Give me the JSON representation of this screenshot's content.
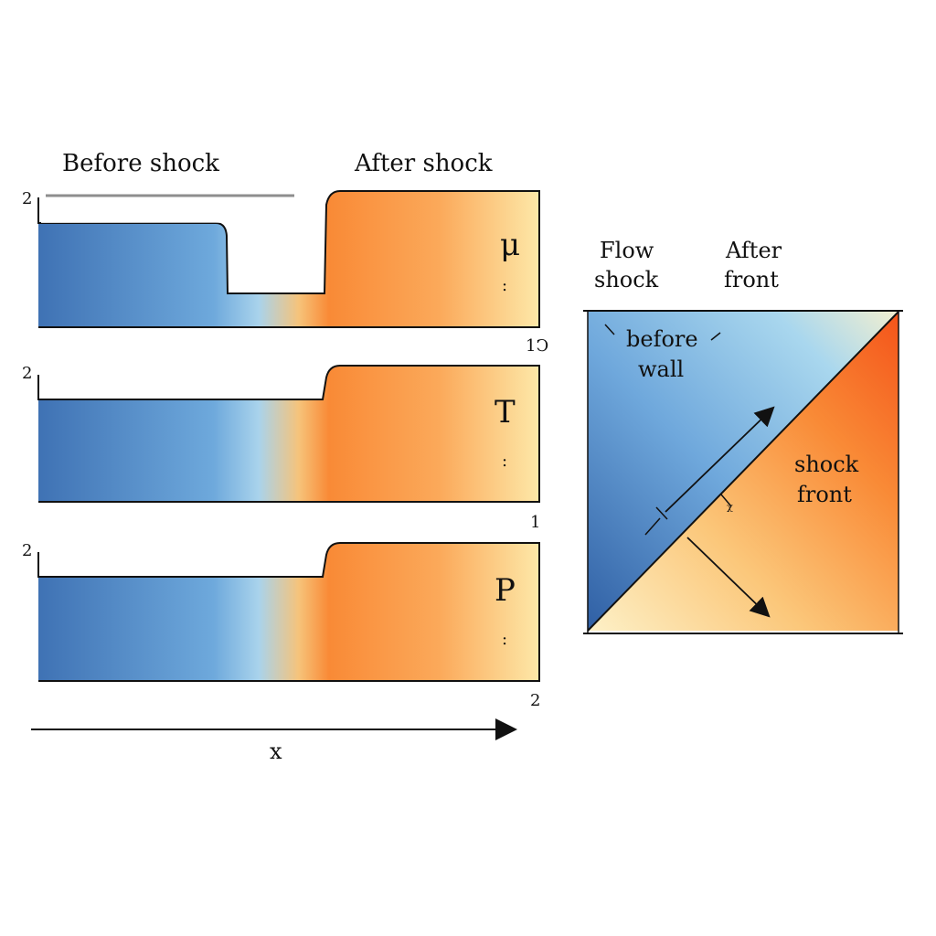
{
  "headers": {
    "before": "Before shock",
    "after": "After shock"
  },
  "panels": [
    {
      "symbol": "μ",
      "left_tick": "2",
      "right_tick": "1Ↄ",
      "dot": ":"
    },
    {
      "symbol": "T",
      "left_tick": "2",
      "right_tick": "1",
      "dot": ":"
    },
    {
      "symbol": "P",
      "left_tick": "2",
      "right_tick": "2",
      "dot": ":"
    }
  ],
  "axis": {
    "label": "x"
  },
  "square": {
    "header_left": [
      "Flow",
      "shock"
    ],
    "header_right": [
      "After",
      "front"
    ],
    "upper_label": [
      "before",
      "wall"
    ],
    "lower_label": [
      "shock",
      "front"
    ],
    "mark": "ᵡ"
  },
  "colors": {
    "blue_dark": "#3b6fb0",
    "blue_light": "#a9d3ec",
    "orange": "#f98a36",
    "cream": "#fde8a8",
    "red_orange": "#f4541a"
  }
}
